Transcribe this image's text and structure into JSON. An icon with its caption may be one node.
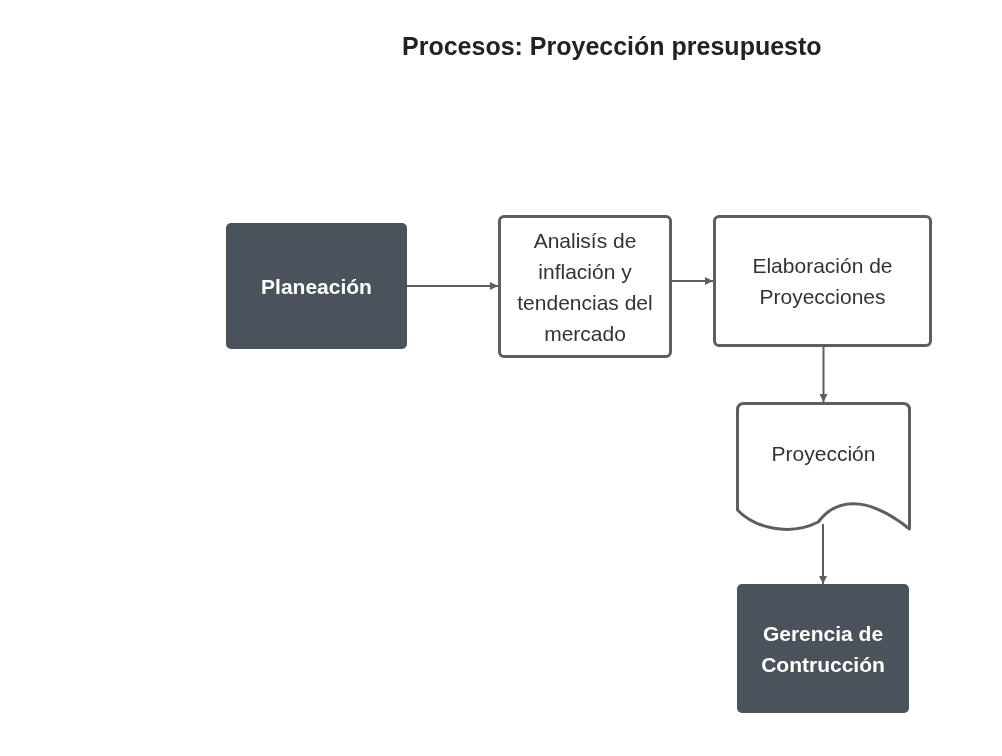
{
  "diagram": {
    "title": "Procesos: Proyección presupuesto",
    "nodes": [
      {
        "text": [
          "Planeación"
        ]
      },
      {
        "text": [
          "Analisís de inflación y tendencias del mercado"
        ]
      },
      {
        "text": [
          "Elaboración de Proyecciones"
        ]
      },
      {
        "text": [
          "Proyección"
        ]
      },
      {
        "text": [
          "Gerencia de Contrucción"
        ]
      }
    ],
    "edges": [
      {
        "from": 0,
        "to": 1,
        "arrow": "to"
      },
      {
        "from": 1,
        "to": 2,
        "arrow": "to"
      },
      {
        "from": 2,
        "to": 3,
        "arrow": "to"
      },
      {
        "from": 3,
        "to": 4,
        "arrow": "to"
      }
    ]
  }
}
